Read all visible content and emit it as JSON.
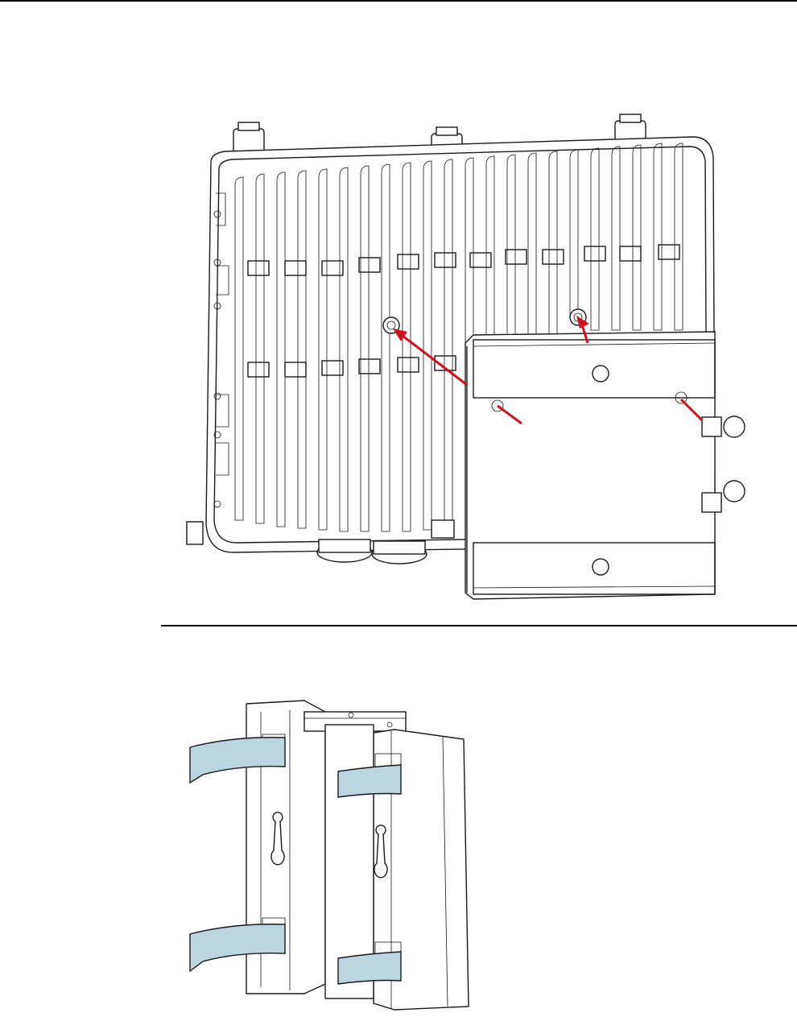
{
  "page": {
    "background": "#ffffff",
    "rule_color": "#000000"
  },
  "figures": [
    {
      "name": "device-bracket-installation",
      "parts": [
        "enclosure-icon",
        "mounting-bracket-icon",
        "antenna-connector-icon",
        "cable-gland-icon"
      ],
      "arrow_color": "#d0101a",
      "arrow_count": 4
    },
    {
      "name": "pole-mount-bracket-with-straps",
      "parts": [
        "pole-bracket-icon",
        "hose-clamp-strap-icon",
        "keyhole-slot-icon"
      ],
      "strap_color": "#bcd6e0",
      "strap_count": 4
    }
  ]
}
